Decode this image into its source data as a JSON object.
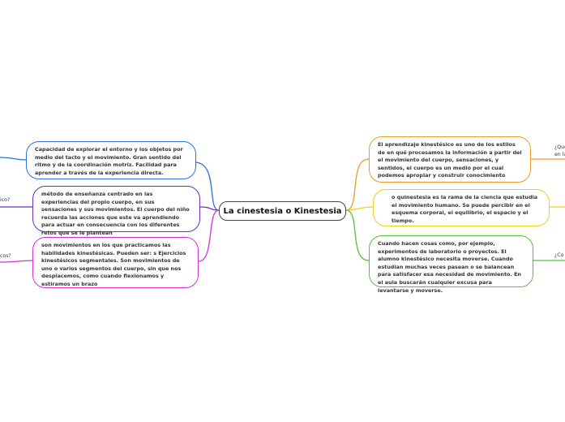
{
  "center": {
    "title": "La cinestesia o Kinestesia"
  },
  "nodes": {
    "left_blue": "Capacidad de explorar el entorno y los objetos por medio del tacto y el movimiento. Gran sentido del ritmo y de la coordinación motriz. Facilidad para aprender a través de la experiencia directa.",
    "left_purple": "método de enseñanza centrado en las experiencias del propio cuerpo, en sus sensaciones y sus movimientos. El cuerpo del niño recuerda las acciones que este va aprendiendo para actuar en consecuencia con los diferentes retos que se le plantean",
    "left_magenta": "son movimientos en los que practicamos las habilidades kinestésicas. Pueden ser: s Ejercicios kinestésicos segmentales. Son movimientos de uno o varios segmentos del cuerpo, sin que nos desplacemos, como cuando flexionamos y estiramos un brazo",
    "right_orange": "El aprendizaje kinestésico es uno de los estilos de en qué procesamos la información a partir del el movimiento del cuerpo, sensaciones, y sentidos, el cuerpo es un medio por el cual podemos apropiar y construir conocimiento",
    "right_yellow": "o quinestesia es la rama de la ciencia que estudia el movimiento humano. Se puede percibir en el esquema corporal, el equilibrio, el espacio y el tiempo.",
    "right_green": "Cuando hacen cosas como, por ejemplo, experimentos de laboratorio o proyectos. El alumno kinestésico necesita moverse. Cuando estudian muchas veces pasean o se balancean para satisfacer esa necesidad de movimiento. En el aula buscarán cualquier excusa para levantarse y moverse."
  },
  "edge_labels": {
    "left_purple": "ico?",
    "left_magenta": "cos?",
    "right_orange_line1": "¿Que",
    "right_orange_line2": "en la",
    "right_green": "¿Co"
  },
  "colors": {
    "blue": "#2d6fe0",
    "purple": "#6a2fc0",
    "magenta": "#d631d6",
    "orange": "#f09a2a",
    "yellow": "#e9d21a",
    "green": "#52c23a",
    "center_border": "#444444"
  }
}
